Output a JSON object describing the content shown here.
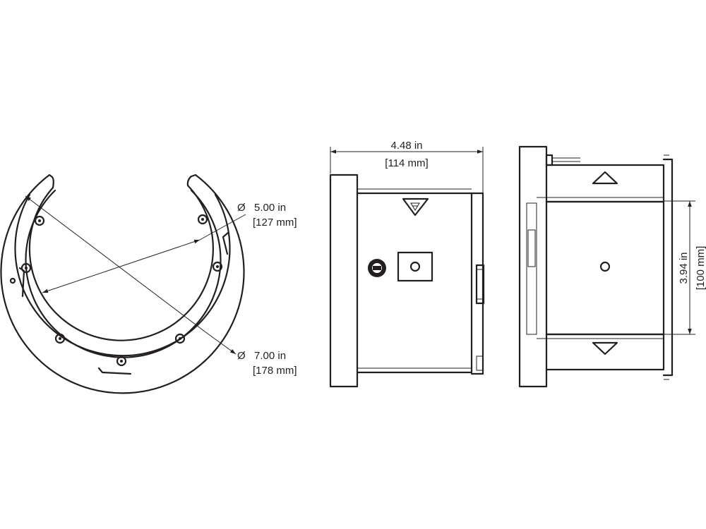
{
  "views": {
    "front": {
      "inner_diameter": {
        "symbol": "Ø",
        "inches": "5.00 in",
        "mm": "[127 mm]"
      },
      "outer_diameter": {
        "symbol": "Ø",
        "inches": "7.00 in",
        "mm": "[178 mm]"
      }
    },
    "side": {
      "depth": {
        "inches": "4.48 in",
        "mm": "[114 mm]"
      }
    },
    "top": {
      "height": {
        "inches": "3.94 in",
        "mm": "[100 mm]"
      }
    }
  },
  "colors": {
    "line": "#231f20",
    "background": "#ffffff"
  }
}
